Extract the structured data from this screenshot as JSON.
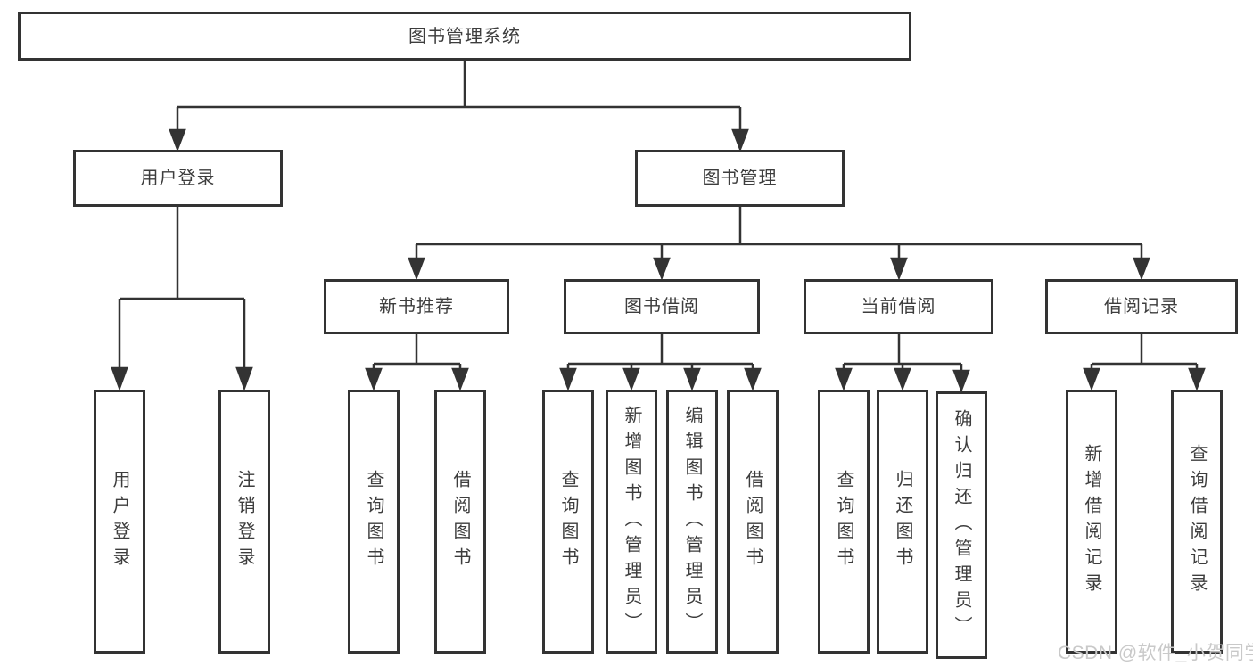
{
  "diagram": {
    "root": {
      "label": "图书管理系统"
    },
    "branches": [
      {
        "label": "用户登录",
        "children": [
          {
            "label": "用户登录"
          },
          {
            "label": "注销登录"
          }
        ]
      },
      {
        "label": "图书管理",
        "children": [
          {
            "label": "新书推荐",
            "children": [
              {
                "label": "查询图书"
              },
              {
                "label": "借阅图书"
              }
            ]
          },
          {
            "label": "图书借阅",
            "children": [
              {
                "label": "查询图书"
              },
              {
                "label": "新增图书（管理员）"
              },
              {
                "label": "编辑图书（管理员）"
              },
              {
                "label": "借阅图书"
              }
            ]
          },
          {
            "label": "当前借阅",
            "children": [
              {
                "label": "查询图书"
              },
              {
                "label": "归还图书"
              },
              {
                "label": "确认归还（管理员）"
              }
            ]
          },
          {
            "label": "借阅记录",
            "children": [
              {
                "label": "新增借阅记录"
              },
              {
                "label": "查询借阅记录"
              }
            ]
          }
        ]
      }
    ]
  },
  "watermark": {
    "text": "CSDN @软件_小贺同学"
  },
  "colors": {
    "line": "#333333",
    "text": "#3d3d3d",
    "watermark": "#c9c9c9",
    "background": "#ffffff"
  }
}
